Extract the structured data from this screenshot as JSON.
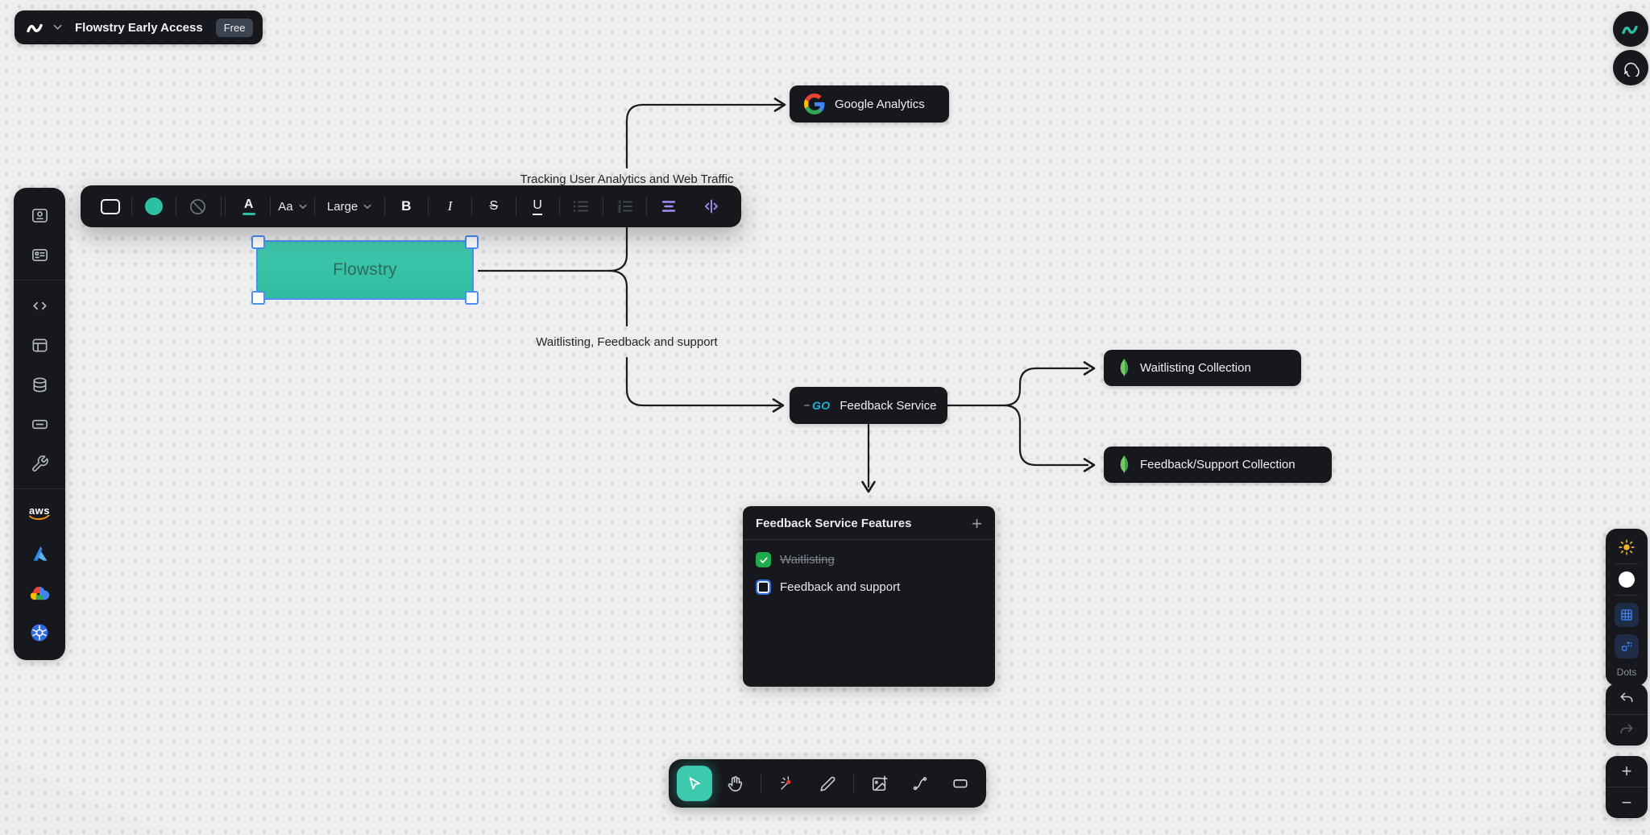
{
  "header": {
    "title": "Flowstry Early Access",
    "badge": "Free"
  },
  "top_right": {
    "buttons": [
      "flowstry-logo",
      "chat"
    ]
  },
  "sidebar": {
    "items": [
      {
        "name": "screenshot-node-icon"
      },
      {
        "name": "card-node-icon"
      },
      {
        "name": "code-node-icon"
      },
      {
        "name": "layout-node-icon"
      },
      {
        "name": "database-node-icon"
      },
      {
        "name": "input-node-icon"
      },
      {
        "name": "tools-node-icon"
      },
      {
        "name": "aws-icon",
        "label": "aws"
      },
      {
        "name": "azure-icon"
      },
      {
        "name": "google-cloud-icon"
      },
      {
        "name": "kubernetes-icon"
      }
    ]
  },
  "format_toolbar": {
    "fill_color": "#2dbfa6",
    "text_color_glyph": "A",
    "font_family_glyph": "Aa",
    "font_size_value": "Large",
    "bold_glyph": "B",
    "italic_glyph": "I",
    "strike_glyph": "S",
    "underline_glyph": "U"
  },
  "canvas": {
    "nodes": [
      {
        "id": "flowstry",
        "label": "Flowstry",
        "fill": "#36c3a8",
        "selected": true
      },
      {
        "id": "google-analytics",
        "label": "Google Analytics",
        "icon": "google"
      },
      {
        "id": "feedback-service",
        "label": "Feedback Service",
        "icon": "go",
        "go_glyph": "GO"
      },
      {
        "id": "waitlisting-collection",
        "label": "Waitlisting Collection",
        "icon": "mongodb"
      },
      {
        "id": "feedback-support-collection",
        "label": "Feedback/Support Collection",
        "icon": "mongodb"
      }
    ],
    "edge_labels": [
      {
        "text": "Tracking User Analytics and Web Traffic"
      },
      {
        "text": "Waitlisting, Feedback and support"
      }
    ],
    "card": {
      "title": "Feedback Service Features",
      "add_glyph": "+",
      "items": [
        {
          "text": "Waitlisting",
          "checked": true
        },
        {
          "text": "Feedback and support",
          "checked": false
        }
      ]
    }
  },
  "bottom_toolbar": {
    "active_tool": "select",
    "tools": [
      "select",
      "hand",
      "laser",
      "pencil",
      "image",
      "connector",
      "rectangle"
    ]
  },
  "view_panel": {
    "pattern_label": "Dots"
  },
  "history": {
    "undo": "enabled",
    "redo": "disabled"
  },
  "zoom_controls": {
    "in_glyph": "+",
    "out_glyph": "−"
  }
}
